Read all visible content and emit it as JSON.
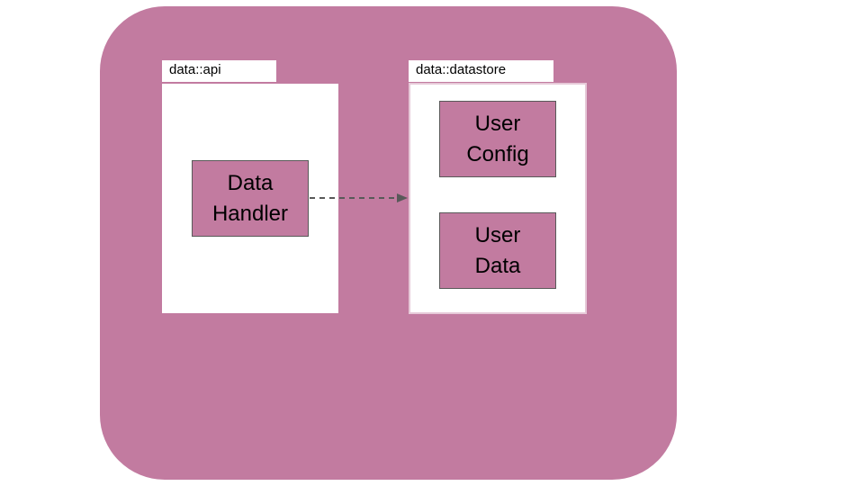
{
  "diagram": {
    "packages": [
      {
        "id": "api",
        "label": "data::api"
      },
      {
        "id": "datastore",
        "label": "data::datastore"
      }
    ],
    "components": [
      {
        "id": "data-handler",
        "package": "api",
        "lines": [
          "Data",
          "Handler"
        ]
      },
      {
        "id": "user-config",
        "package": "datastore",
        "lines": [
          "User",
          "Config"
        ]
      },
      {
        "id": "user-data",
        "package": "datastore",
        "lines": [
          "User",
          "Data"
        ]
      }
    ],
    "edges": [
      {
        "from": "data-handler",
        "to": "datastore",
        "style": "dashed",
        "arrow": "end"
      }
    ]
  },
  "colors": {
    "container": "#c27ba0",
    "component_fill": "#c27ba0",
    "component_border": "#595959",
    "package_fill": "#ffffff",
    "arrow": "#595959",
    "text": "#000000"
  }
}
